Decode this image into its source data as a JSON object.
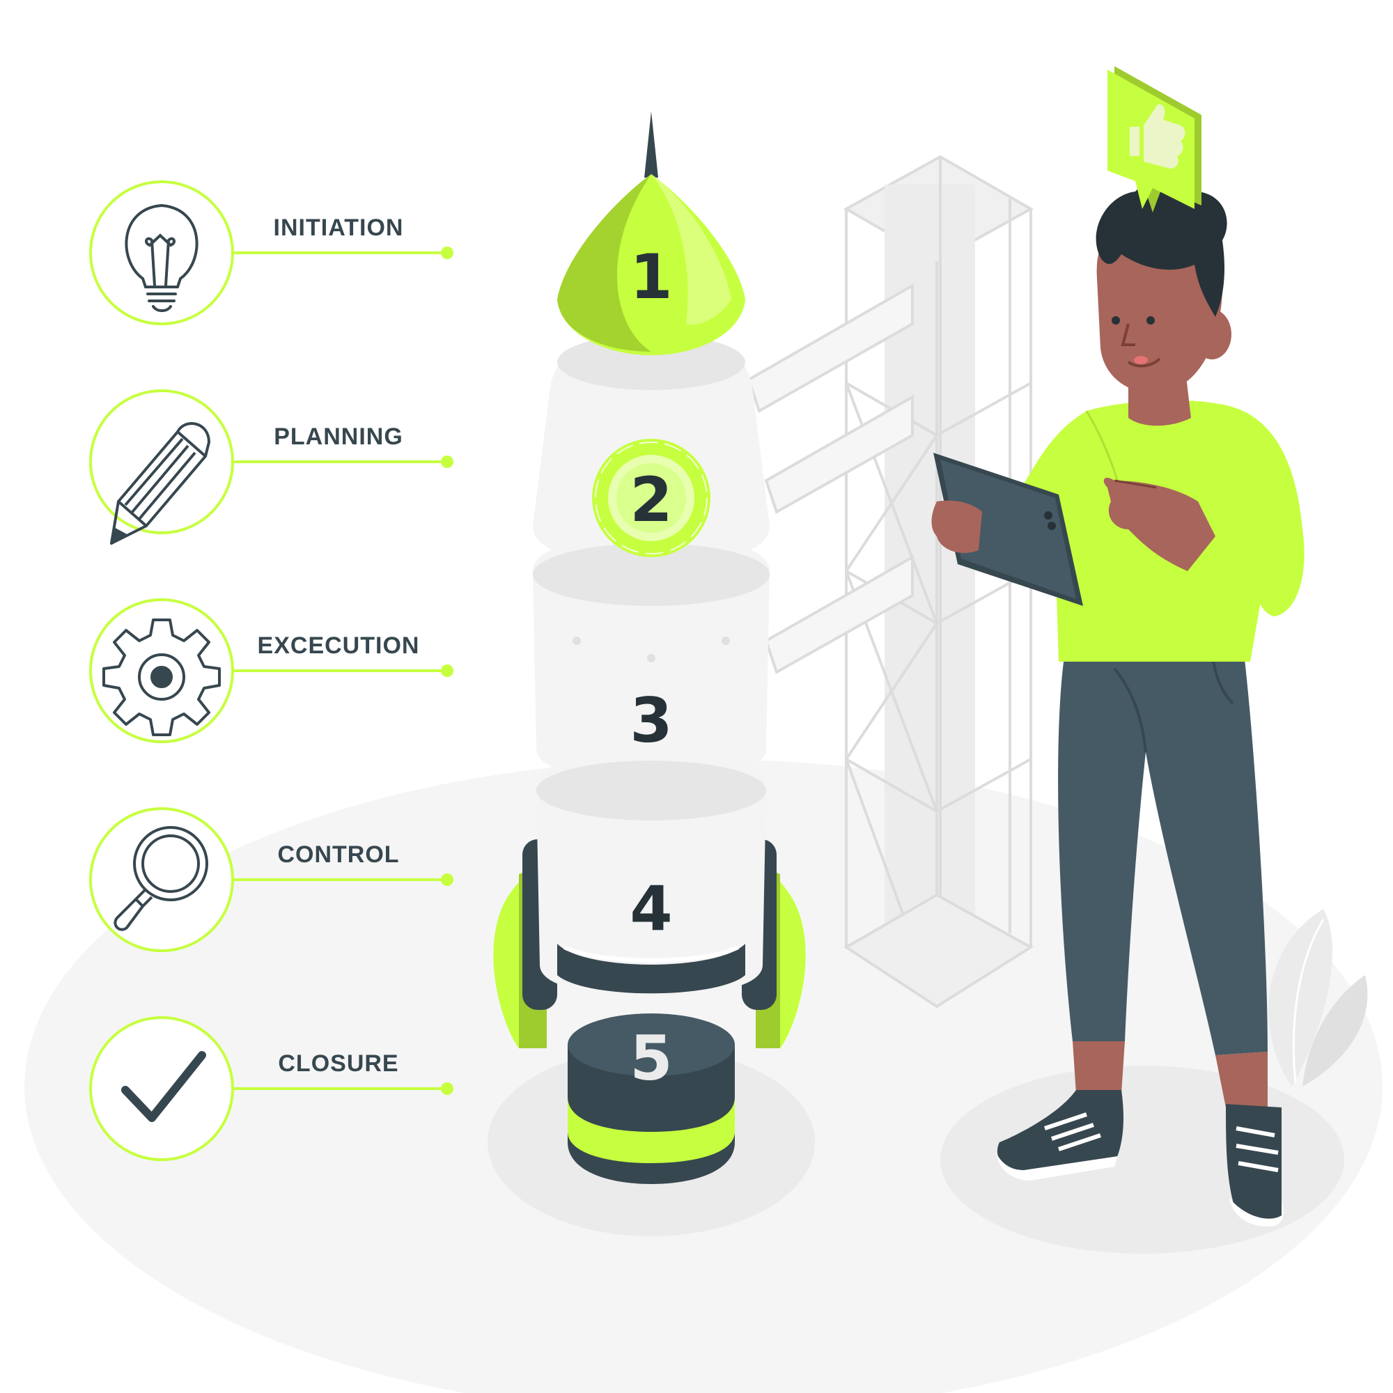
{
  "colors": {
    "accent": "#c6ff3f",
    "accent_dark": "#9ecb2e",
    "ink": "#37474f",
    "light_gray": "#ebebeb",
    "skin": "#a8655b",
    "pants": "#455a64"
  },
  "stages": [
    {
      "number": "1",
      "label": "INITIATION",
      "icon": "lightbulb-icon"
    },
    {
      "number": "2",
      "label": "PLANNING",
      "icon": "pencil-icon"
    },
    {
      "number": "3",
      "label": "EXCECUTION",
      "icon": "gear-icon"
    },
    {
      "number": "4",
      "label": "CONTROL",
      "icon": "magnifier-icon"
    },
    {
      "number": "5",
      "label": "CLOSURE",
      "icon": "checkmark-icon"
    }
  ],
  "decor": {
    "speech_bubble_icon": "thumbs-up-icon",
    "device": "tablet",
    "figure": "person-holding-tablet",
    "structure": "launch-tower"
  }
}
